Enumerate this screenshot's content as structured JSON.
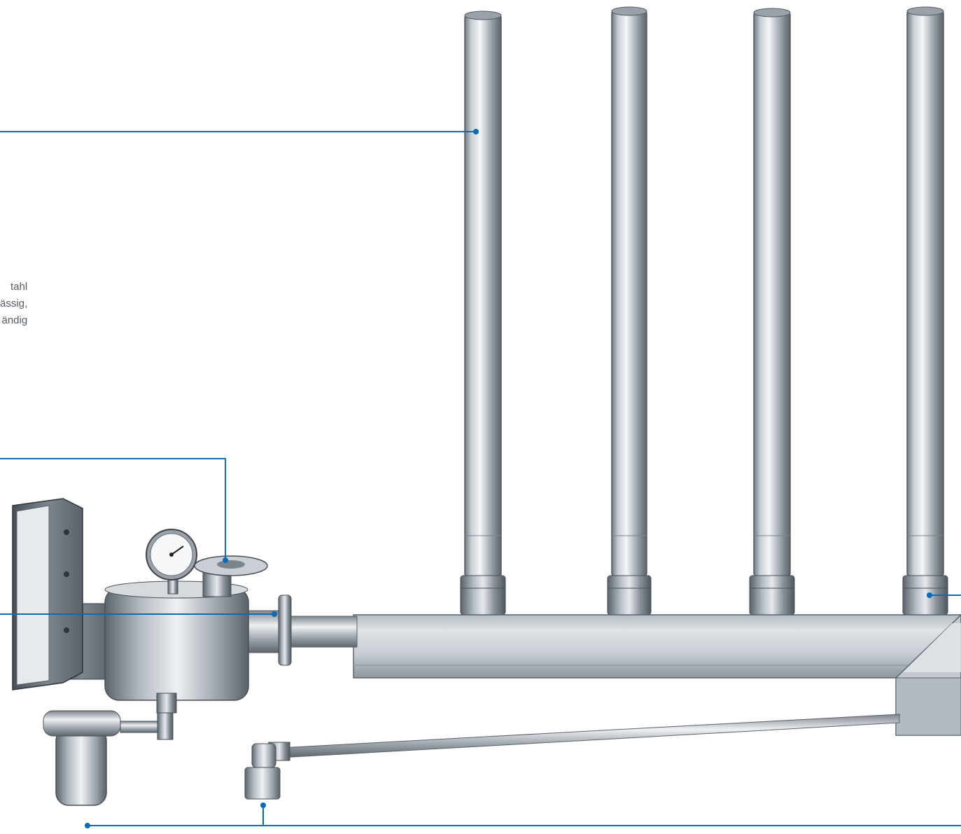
{
  "caption": {
    "lines": [
      "tahl",
      "ässig,",
      "ändig"
    ]
  },
  "colors": {
    "callout_line": "#0a6cb4",
    "steel_light": "#eef1f4",
    "steel_mid": "#b9c0c8",
    "steel_dark": "#6b737c"
  },
  "icons": {
    "callout_marker": "dot",
    "pressure_gauge": "gauge-icon"
  }
}
